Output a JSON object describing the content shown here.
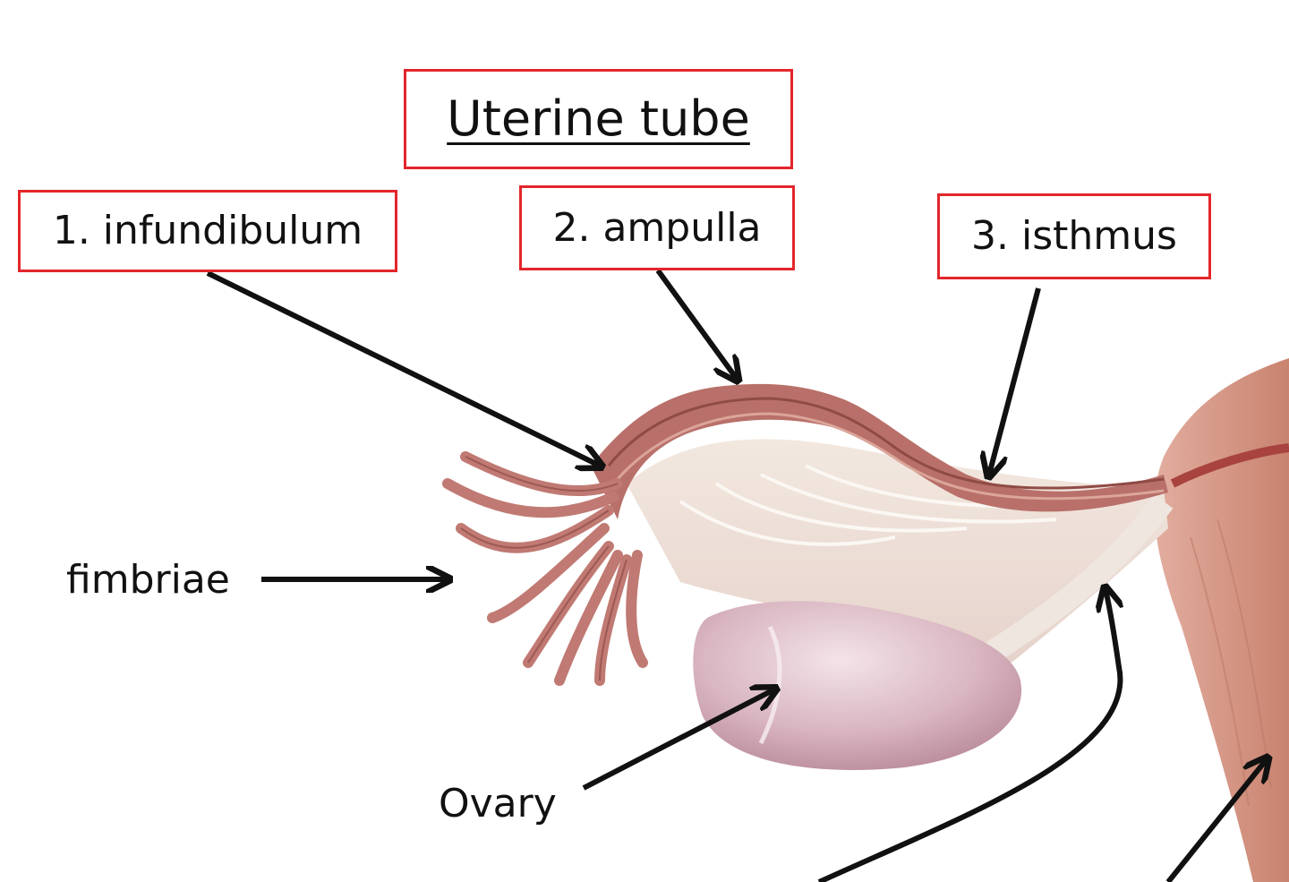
{
  "title": "Uterine tube",
  "labels": {
    "infundibulum": "1. infundibulum",
    "ampulla": "2. ampulla",
    "isthmus": "3. isthmus",
    "fimbriae": "fimbriae",
    "ovary": "Ovary"
  },
  "colors": {
    "box_border": "#e3262b",
    "arrow": "#111111",
    "tube": "#b9706a",
    "ovary": "#d7b3bd",
    "uterus": "#d49a8c",
    "mesentery": "#efe3dc"
  }
}
